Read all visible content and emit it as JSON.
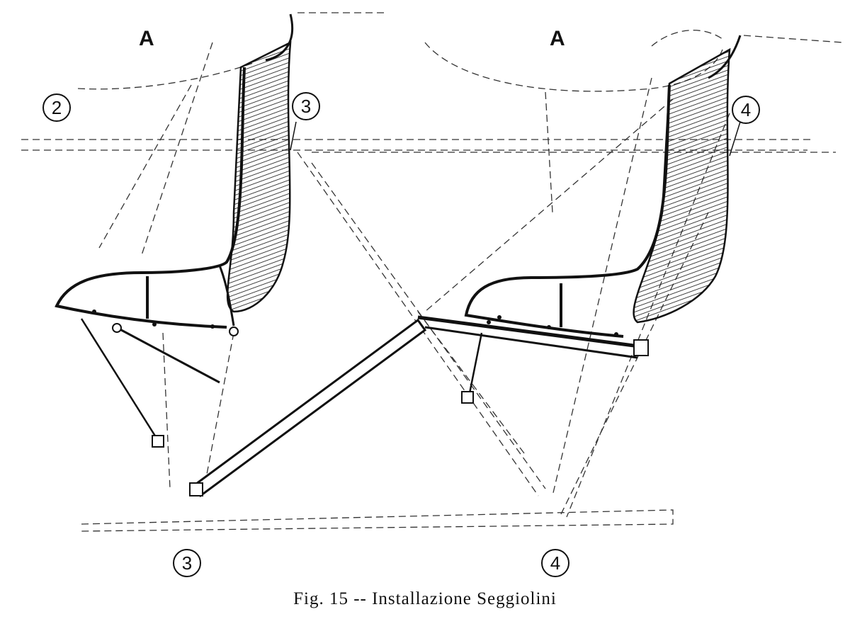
{
  "labels": {
    "section_left": "A",
    "section_right": "A",
    "station_2": "2",
    "station_3_top": "3",
    "station_4_top": "4",
    "station_3_bottom": "3",
    "station_4_bottom": "4"
  },
  "caption": "Fig. 15 -- Installazione Seggiolini",
  "colors": {
    "ink": "#111111",
    "paper": "#ffffff"
  }
}
